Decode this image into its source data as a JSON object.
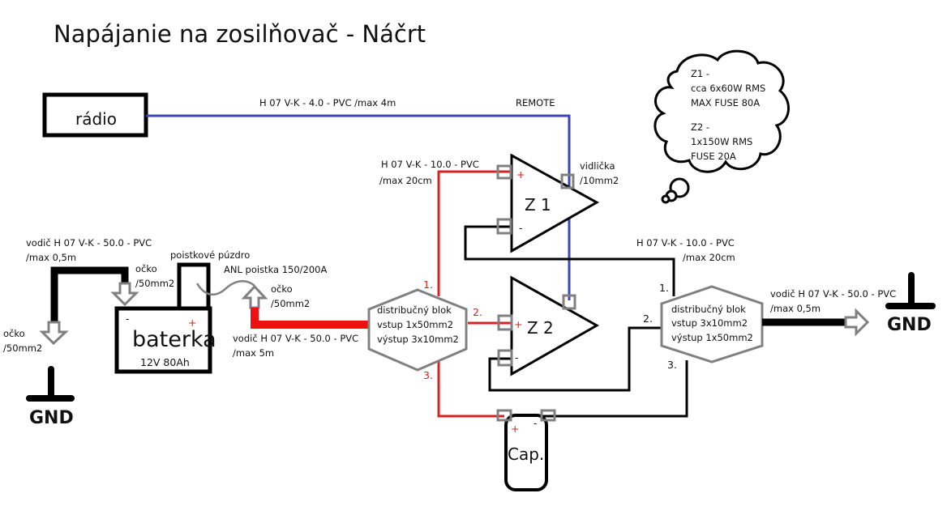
{
  "title": "Napájanie na zosilňovač - Náčrt",
  "radio": {
    "label": "rádio"
  },
  "remote_cable": {
    "spec": "H 07 V-K - 4.0 - PVC /max 4m",
    "name": "REMOTE"
  },
  "remote_terminal": {
    "line1": "vidlička",
    "line2": "/10mm2"
  },
  "cloud_note": {
    "z1_title": "Z1 -",
    "z1_power": "cca 6x60W RMS",
    "z1_fuse": "MAX FUSE 80A",
    "z2_title": "Z2 -",
    "z2_power": "1x150W RMS",
    "z2_fuse": "FUSE 20A"
  },
  "battery": {
    "label": "baterka",
    "spec": "12V 80Ah",
    "minus": "-",
    "plus": "+"
  },
  "ground_cable_left": {
    "line1": "vodič H 07 V-K - 50.0 - PVC",
    "line2": "/max 0,5m"
  },
  "battery_lug": {
    "line1": "očko",
    "line2": "/50mm2"
  },
  "ground_lug_left": {
    "line1": "očko",
    "line2": "/50mm2"
  },
  "fuse_holder": {
    "label": "poistkové púzdro"
  },
  "fuse": {
    "label": "ANL poistka 150/200A"
  },
  "fuse_lug": {
    "line1": "očko",
    "line2": "/50mm2"
  },
  "main_power_cable": {
    "line1": "vodič H 07 V-K - 50.0 - PVC",
    "line2": "/max 5m"
  },
  "dist_block_plus": {
    "line1": "distribučný blok",
    "line2": "vstup 1x50mm2",
    "line3": "výstup 3x10mm2",
    "outputs": [
      "1.",
      "2.",
      "3."
    ]
  },
  "amp_feed_cable": {
    "line1": "H 07 V-K - 10.0 - PVC",
    "line2": "/max 20cm"
  },
  "amp1": {
    "label": "Z 1",
    "plus": "+",
    "minus": "-"
  },
  "amp2": {
    "label": "Z 2",
    "plus": "+",
    "minus": "-"
  },
  "ground_return_cable": {
    "line1": "H 07 V-K - 10.0 - PVC",
    "line2": "/max 20cm"
  },
  "dist_block_gnd": {
    "line1": "distribučný blok",
    "line2": "vstup 3x10mm2",
    "line3": "výstup 1x50mm2",
    "inputs": [
      "1.",
      "2.",
      "3."
    ]
  },
  "ground_cable_right": {
    "line1": "vodič H 07 V-K - 50.0 - PVC",
    "line2": "/max 0,5m"
  },
  "gnd_left": {
    "label": "GND"
  },
  "gnd_right": {
    "label": "GND"
  },
  "capacitor": {
    "label": "Cap.",
    "plus": "+",
    "minus": "-"
  },
  "colors": {
    "remote_wire": "#3b44b0",
    "positive_wire": "#d42323",
    "ground_wire": "#000000",
    "terminal": "#808080"
  }
}
